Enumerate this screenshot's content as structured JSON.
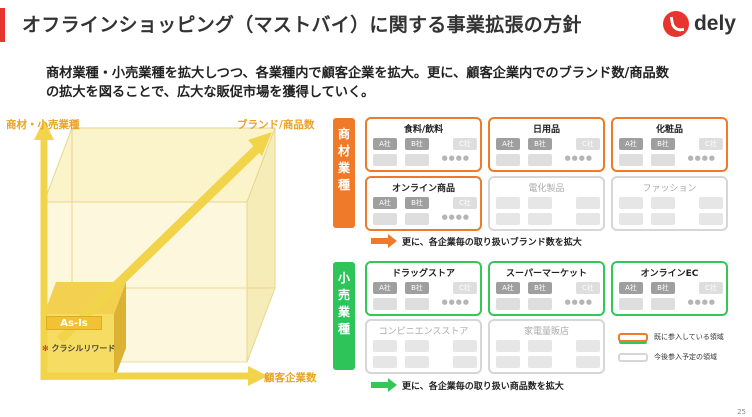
{
  "header": {
    "title": "オフラインショッピング（マストバイ）に関する事業拡張の方針",
    "logo_text": "dely",
    "accent": "#e8342f"
  },
  "lead": {
    "line1": "商材業種・小売業種を拡大しつつ、各業種内で顧客企業を拡大。更に、顧客企業内でのブランド数/商品数",
    "line2": "の拡大を図ることで、広大な販促市場を獲得していく。"
  },
  "diagram": {
    "axis_y": "商材・小売業種",
    "axis_diag": "ブランド/商品数",
    "axis_x": "顧客企業数",
    "as_is": "As-Is",
    "product_logo": "クラシルリワード"
  },
  "section_a": {
    "label": "商材業種",
    "boxes": [
      {
        "title": "食料/飲料",
        "state": "active"
      },
      {
        "title": "日用品",
        "state": "active"
      },
      {
        "title": "化粧品",
        "state": "active"
      },
      {
        "title": "オンライン商品",
        "state": "active"
      },
      {
        "title": "電化製品",
        "state": "planned"
      },
      {
        "title": "ファッション",
        "state": "planned"
      }
    ],
    "note": "更に、各企業毎の取り扱いブランド数を拡大",
    "color": "#ee7a2a"
  },
  "section_b": {
    "label": "小売業種",
    "boxes": [
      {
        "title": "ドラッグストア",
        "state": "active"
      },
      {
        "title": "スーパーマーケット",
        "state": "active"
      },
      {
        "title": "オンラインEC",
        "state": "active"
      },
      {
        "title": "コンビニエンスストア",
        "state": "planned"
      },
      {
        "title": "家電量販店",
        "state": "planned"
      }
    ],
    "note": "更に、各企業毎の取り扱い商品数を拡大",
    "color": "#34c758"
  },
  "chips": {
    "a": "A社",
    "b": "B社",
    "c": "C社",
    "dots": "●●●●"
  },
  "legend": {
    "active_label": "既に参入している領域",
    "planned_label": "今後参入予定の領域"
  },
  "page_number": "25"
}
